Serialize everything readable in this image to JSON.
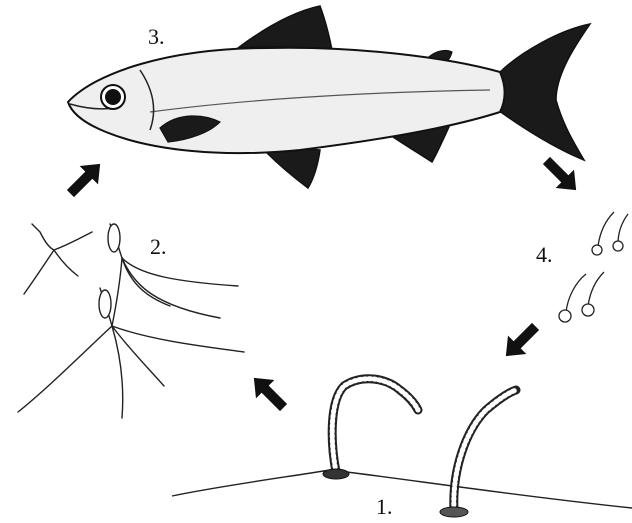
{
  "diagram": {
    "stages": [
      {
        "id": "stage-1",
        "label": "1."
      },
      {
        "id": "stage-2",
        "label": "2."
      },
      {
        "id": "stage-3",
        "label": "3."
      },
      {
        "id": "stage-4",
        "label": "4."
      }
    ]
  },
  "colors": {
    "ink": "#111111",
    "fish_body": "#efefef",
    "fin": "#1a1a1a",
    "background": "#ffffff"
  }
}
